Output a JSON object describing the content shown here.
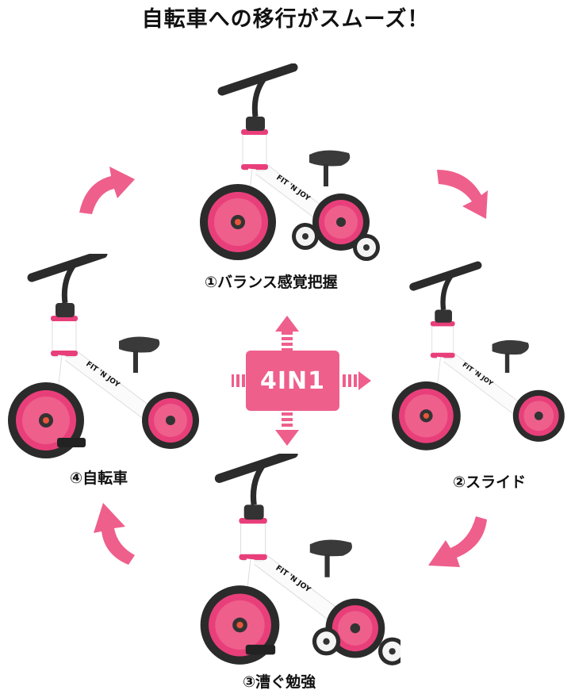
{
  "title": "自転車への移行がスムーズ！",
  "center_badge": {
    "label": "4IN1",
    "color": "#ee5f8c"
  },
  "accent_color": "#ee5f8c",
  "stages": [
    {
      "label": "①バランス感覚把握",
      "position": "top"
    },
    {
      "label": "②スライド",
      "position": "right"
    },
    {
      "label": "③漕ぐ勉強",
      "position": "bottom"
    },
    {
      "label": "④自転車",
      "position": "left"
    }
  ],
  "bike_brand": "FIT 'N JOY",
  "arrows": [
    "curved-arrow-up-right",
    "curved-arrow-down-right",
    "curved-arrow-down-left",
    "curved-arrow-up-left"
  ]
}
